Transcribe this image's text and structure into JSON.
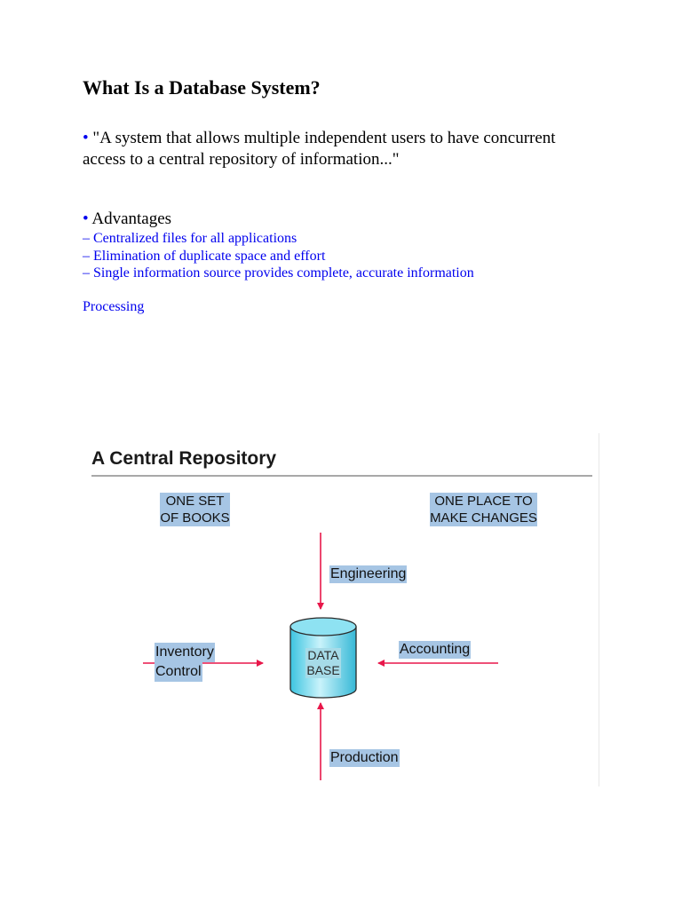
{
  "page": {
    "title": "What Is a Database System?",
    "definition": {
      "bullet": "•",
      "text": "\"A system that allows multiple independent users to have concurrent access to a central repository of information...\""
    },
    "advantages": {
      "bullet": "•",
      "heading": "Advantages",
      "items": [
        "– Centralized files for all applications",
        "– Elimination of duplicate space and effort",
        "– Single information source provides complete, accurate information"
      ]
    },
    "processing": "Processing"
  },
  "diagram": {
    "title": "A Central Repository",
    "one_set_line1": "ONE SET",
    "one_set_line2": "OF BOOKS",
    "one_place_line1": "ONE PLACE TO",
    "one_place_line2": "MAKE CHANGES",
    "engineering": "Engineering",
    "inventory_line1": "Inventory",
    "inventory_line2": "Control",
    "accounting": "Accounting",
    "production": "Production",
    "database_line1": "DATA",
    "database_line2": "BASE",
    "colors": {
      "arrow": "#e8174a",
      "highlight": "#a6c5e4",
      "cylinder": "#5bd0e8"
    }
  }
}
